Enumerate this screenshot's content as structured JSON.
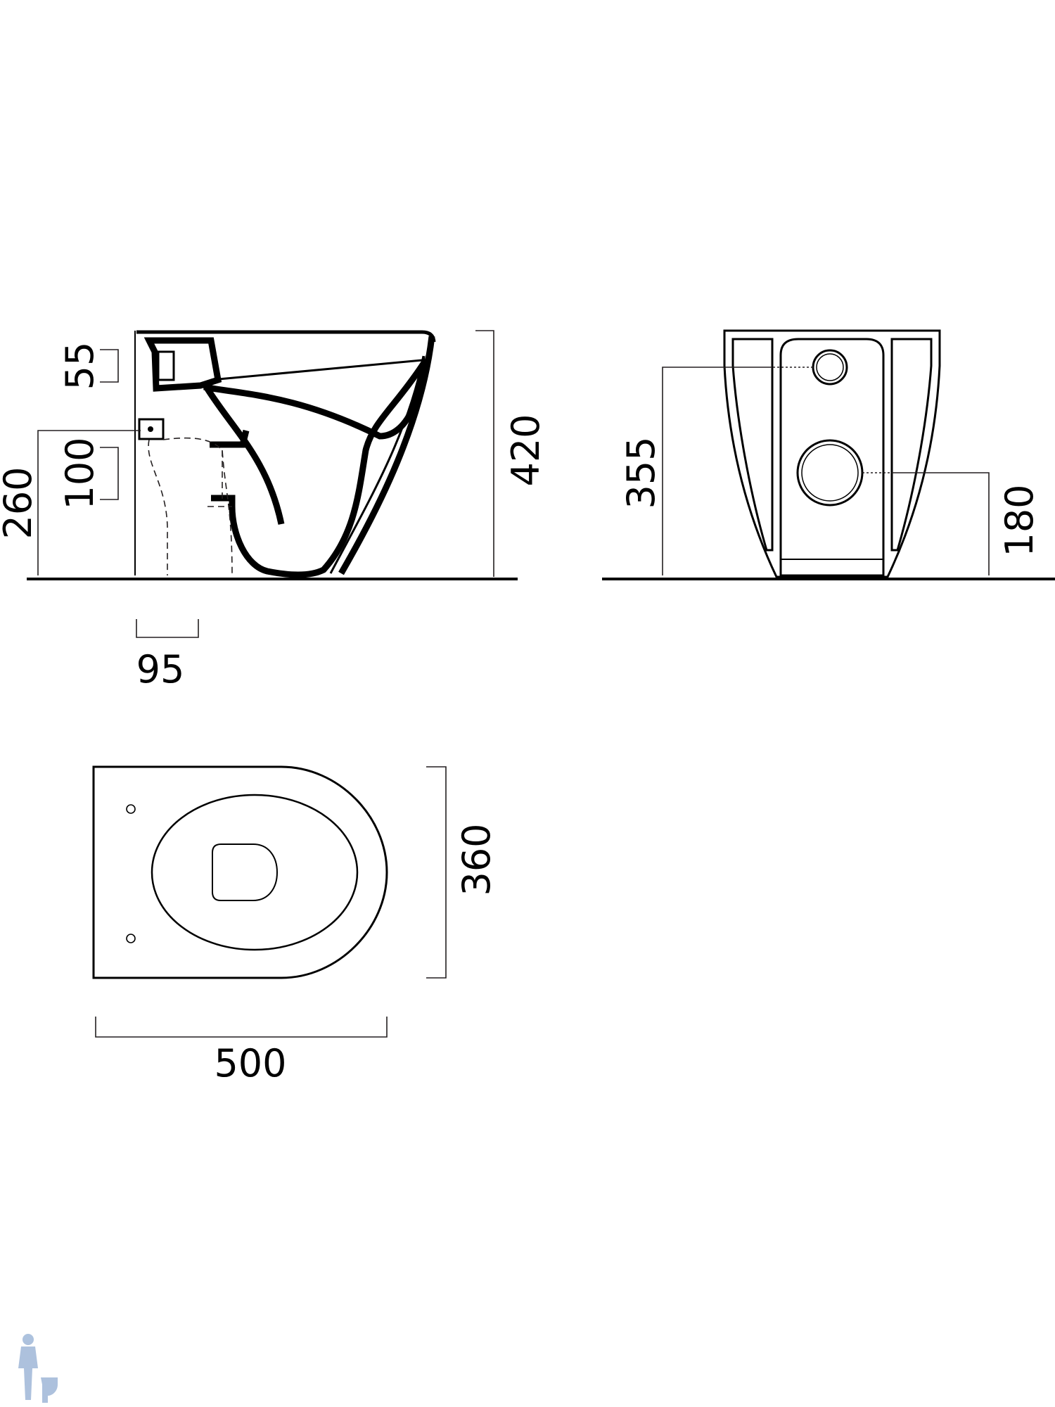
{
  "dimensions": {
    "side_top_block": "55",
    "side_inlet_height": "100",
    "side_inlet_level": "260",
    "side_total_height": "420",
    "side_outlet_offset": "95",
    "front_inlet_level": "355",
    "front_outlet_level": "180",
    "top_width": "360",
    "top_length": "500"
  },
  "colors": {
    "ink": "#000000",
    "dim_line": "#231f20",
    "watermark": "#9fb7d8"
  },
  "icons": {
    "watermark": "plumber-toilet-icon"
  }
}
